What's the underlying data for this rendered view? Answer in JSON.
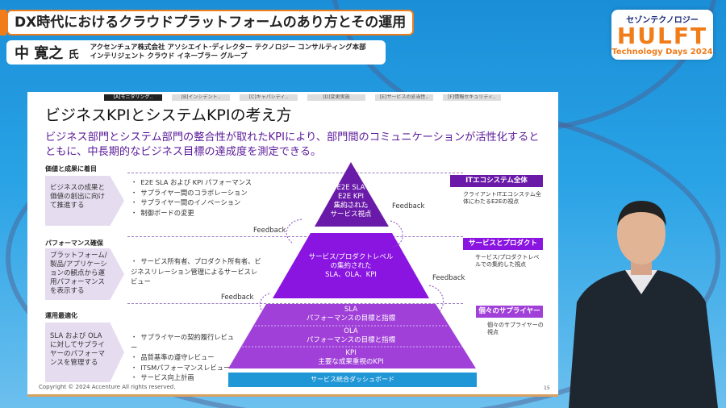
{
  "header": {
    "title": "DX時代におけるクラウドプラットフォームのあり方とその運用",
    "speaker_name": "中 寛之",
    "speaker_suffix": "氏",
    "affiliation_line1": "アクセンチュア株式会社 アソシエイト･ディレクター テクノロジー コンサルティング本部",
    "affiliation_line2": "インテリジェント クラウド イネーブラー グループ"
  },
  "logo": {
    "line1": "セゾンテクノロジー",
    "line2": "HULFT",
    "line3": "Technology Days 2024"
  },
  "slide": {
    "tabs": [
      "[A]モニタリング..",
      "[B]インシデント..",
      "[C]キャパシティ..",
      "[D]変更実施",
      "[E]サービスの妥当性..",
      "[F]情報セキュリティ.."
    ],
    "title": "ビジネスKPIとシステムKPIの考え方",
    "subtitle": "ビジネス部門とシステム部門の整合性が取れたKPIにより、部門間のコミュニケーションが活性化するとともに、中長期的なビジネス目標の達成度を測定できる。",
    "sections": [
      {
        "heading": "価値と成果に着目",
        "chevron": "ビジネスの成果と価値の創出に向けて推進する",
        "bullets": [
          "E2E SLA および KPI パフォーマンス",
          "サプライヤー間のコラボレーション",
          "サプライヤー間のイノベーション",
          "制御ボードの変更"
        ],
        "right_label": "ITエコシステム全体",
        "right_note": "クライアントITエコシステム全体にわたるE2Eの視点"
      },
      {
        "heading": "パフォーマンス確保",
        "chevron": "プラットフォーム/製品/アプリケーションの観点から運用パフォーマンスを表示する",
        "bullets": [
          "サービス所有者、プロダクト所有者、ビジネスリレーション管理によるサービスレビュー"
        ],
        "right_label": "サービスとプロダクト",
        "right_note": "サービス/プロダクトレベルでの集約した視点"
      },
      {
        "heading": "運用最適化",
        "chevron": "SLA および OLA に対してサプライヤーのパフォーマンスを管理する",
        "bullets": [
          "サプライヤーの契約履行レビュー",
          "品質基準の遵守レビュー",
          "ITSMパフォーマンスレビュー",
          "サービス向上計画"
        ],
        "right_label": "個々のサプライヤー",
        "right_note": "個々のサプライヤーの視点"
      }
    ],
    "pyramid": {
      "top_a": "E2E SLA",
      "top_b": "E2E KPI",
      "top_c": "集約された",
      "top_d": "サービス視点",
      "mid_a": "サービス/プロダクトレベル",
      "mid_b": "の集約された",
      "mid_c": "SLA、OLA、KPI",
      "sla_a": "SLA",
      "sla_b": "パフォーマンスの目標と指標",
      "ola_a": "OLA",
      "ola_b": "パフォーマンスの目標と指標",
      "kpi_a": "KPI",
      "kpi_b": "主要な成果重視のKPI"
    },
    "feedback": "Feedback",
    "dashboard": "サービス統合ダッシュボード",
    "copyright": "Copyright © 2024 Accenture  All rights reserved.",
    "page": "15"
  },
  "colors": {
    "accent": "#f07c1a",
    "purple_dark": "#6a1aa8",
    "purple": "#8a14e0",
    "purple_light": "#a040d8",
    "blue": "#1f96d6"
  }
}
